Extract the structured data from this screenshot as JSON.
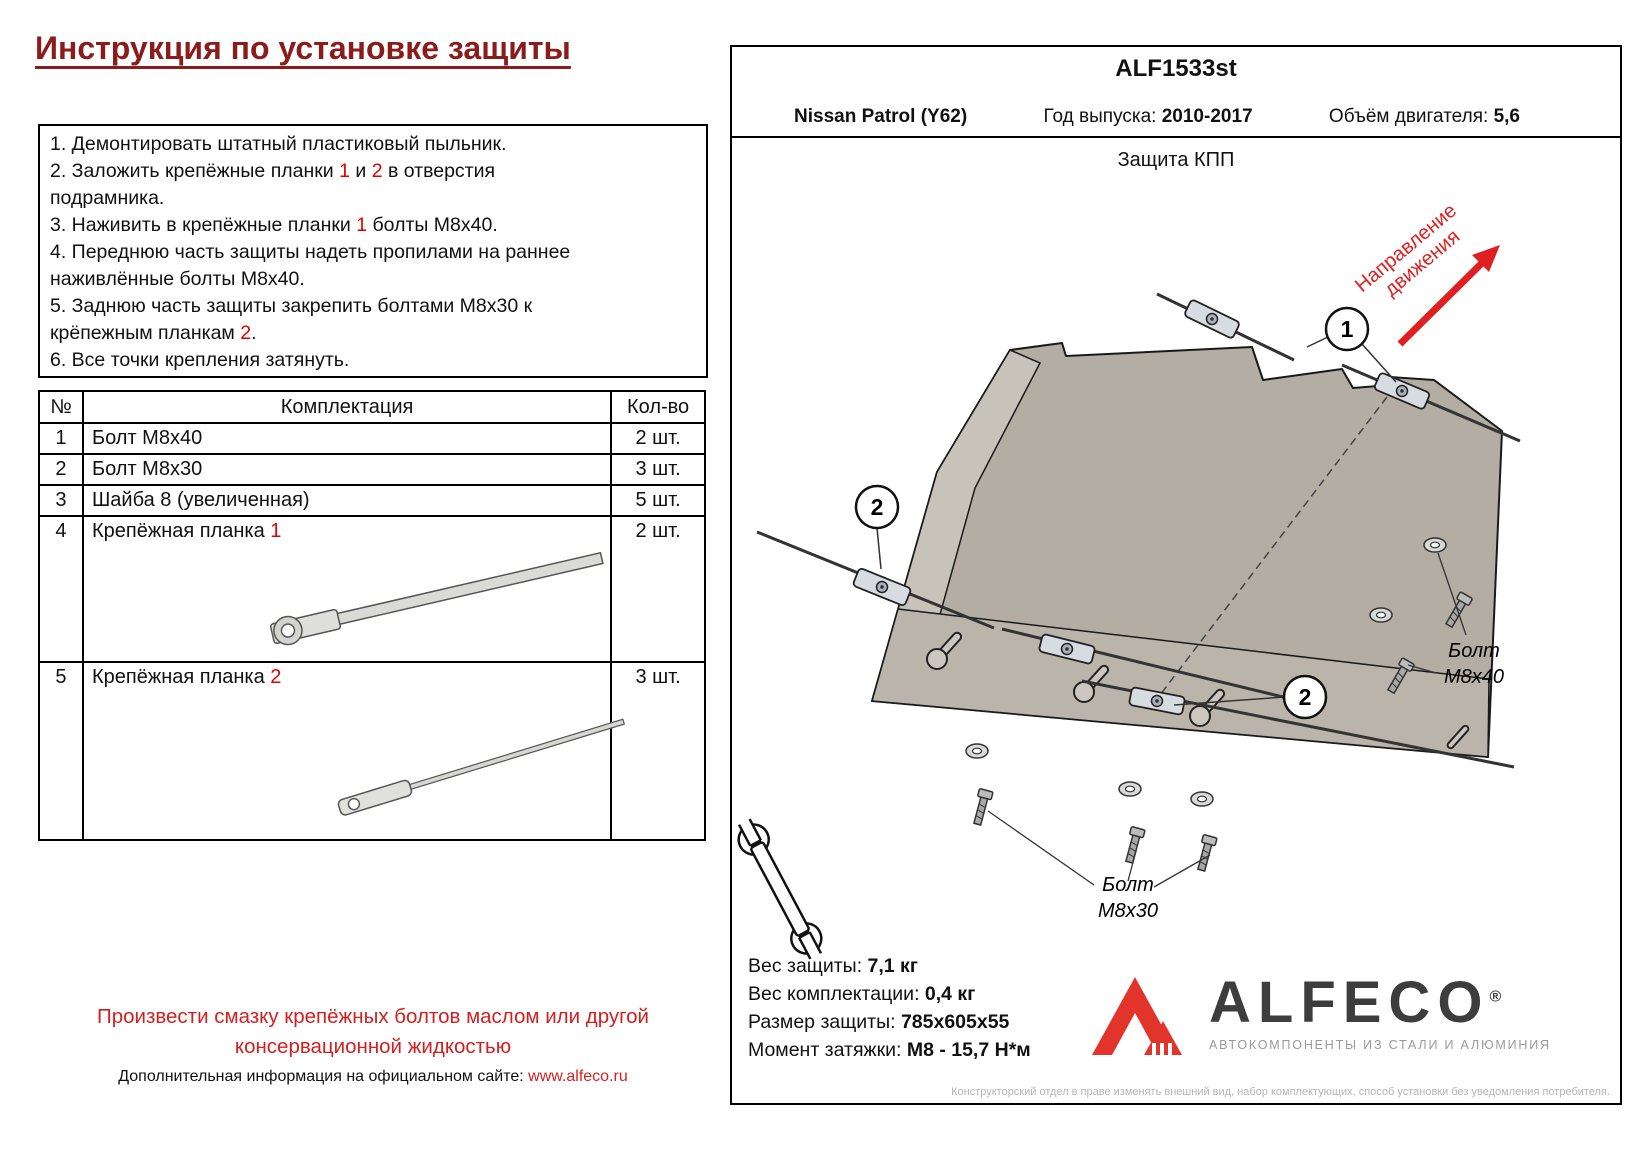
{
  "page": {
    "title": "Инструкция по установке защиты",
    "note_line1": "Произвести смазку крепёжных болтов маслом или другой",
    "note_line2": "консервационной жидкостью",
    "info_prefix": "Дополнительная информация на официальном сайте: ",
    "info_link": "www.alfeco.ru"
  },
  "instructions": {
    "s1": "1. Демонтировать штатный пластиковый пыльник.",
    "s2a": "2. Заложить крепёжные планки ",
    "s2n1": "1",
    "s2b": " и ",
    "s2n2": "2",
    "s2c": " в отверстия",
    "s2d": "подрамника.",
    "s3a": "3. Наживить в крепёжные планки ",
    "s3n": "1",
    "s3b": " болты М8х40.",
    "s4a": "4. Переднюю часть защиты надеть пропилами на раннее",
    "s4b": "наживлённые болты М8х40.",
    "s5a": "5. Заднюю часть защиты закрепить болтами М8х30 к",
    "s5b": "крёпежным планкам ",
    "s5n": "2",
    "s5c": ".",
    "s6": "6. Все точки крепления затянуть."
  },
  "table": {
    "headers": {
      "num": "№",
      "name": "Комплектация",
      "qty": "Кол-во"
    },
    "rows": [
      {
        "num": "1",
        "name": "Болт М8х40",
        "qty": "2 шт."
      },
      {
        "num": "2",
        "name": "Болт М8х30",
        "qty": "3 шт."
      },
      {
        "num": "3",
        "name": "Шайба 8 (увеличенная)",
        "qty": "5 шт."
      },
      {
        "num": "4",
        "name": "Крепёжная планка ",
        "name_red": "1",
        "qty": "2 шт."
      },
      {
        "num": "5",
        "name": "Крепёжная планка ",
        "name_red": "2",
        "qty": "3 шт."
      }
    ]
  },
  "panel": {
    "code": "ALF1533st",
    "model": "Nissan Patrol (Y62)",
    "year_label": "Год выпуска: ",
    "year_value": "2010-2017",
    "engine_label": "Объём двигателя: ",
    "engine_value": "5,6",
    "drawing_title": "Защита КПП",
    "direction_line1": "Направление",
    "direction_line2": "движения",
    "callout1": "1",
    "callout2": "2",
    "bolt40": {
      "line1": "Болт",
      "line2": "М8х40"
    },
    "bolt30": {
      "line1": "Болт",
      "line2": "М8х30"
    },
    "stats": [
      {
        "label": "Вес защиты: ",
        "value": "7,1 кг"
      },
      {
        "label": "Вес комплектации: ",
        "value": "0,4 кг"
      },
      {
        "label": "Размер защиты: ",
        "value": "785x605x55"
      },
      {
        "label": "Момент затяжки: ",
        "value": "М8 - 15,7 Н*м"
      }
    ],
    "logo": {
      "text": "ALFECO",
      "reg": "®",
      "tagline": "АВТОКОМПОНЕНТЫ ИЗ СТАЛИ И АЛЮМИНИЯ"
    },
    "disclaimer": "Конструкторский отдел в праве изменять внешний вид, набор комплектующих, способ установки без уведомления потребителя."
  }
}
